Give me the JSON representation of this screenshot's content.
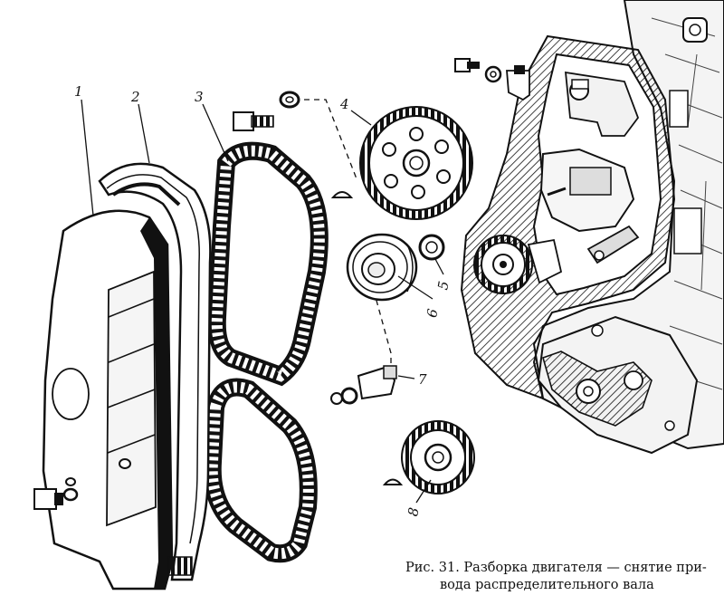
{
  "figure": {
    "callouts": [
      {
        "number": "1"
      },
      {
        "number": "2"
      },
      {
        "number": "3"
      },
      {
        "number": "4"
      },
      {
        "number": "5"
      },
      {
        "number": "6"
      },
      {
        "number": "7"
      },
      {
        "number": "8"
      }
    ],
    "caption": {
      "line1": "Рис. 31. Разборка двигателя — снятие при-",
      "line2": "вода распределительного вала"
    }
  }
}
